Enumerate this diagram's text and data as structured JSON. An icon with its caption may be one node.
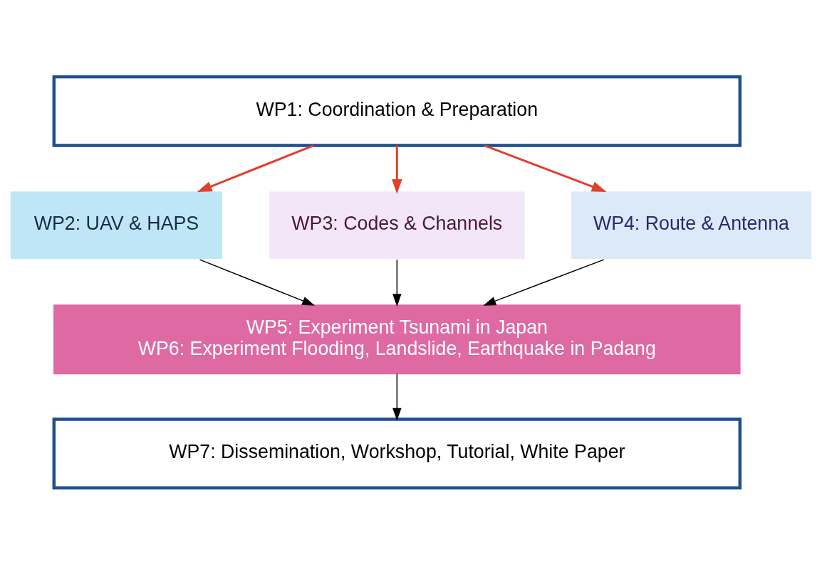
{
  "diagram": {
    "nodes": [
      {
        "text": [
          "WP1: Coordination & Preparation"
        ]
      },
      {
        "text": [
          "WP2: UAV & HAPS"
        ]
      },
      {
        "text": [
          "WP3: Codes & Channels"
        ]
      },
      {
        "text": [
          "WP4: Route & Antenna"
        ]
      },
      {
        "text": [
          "WP5: Experiment Tsunami in Japan",
          "WP6: Experiment Flooding, Landslide, Earthquake in Padang"
        ]
      },
      {
        "text": [
          "WP7: Dissemination, Workshop, Tutorial, White Paper"
        ]
      }
    ],
    "edges": [
      {
        "from": 0,
        "to": 1,
        "arrow": "to",
        "color": "#e0402c"
      },
      {
        "from": 0,
        "to": 2,
        "arrow": "to",
        "color": "#e0402c"
      },
      {
        "from": 0,
        "to": 3,
        "arrow": "to",
        "color": "#e0402c"
      },
      {
        "from": 1,
        "to": 4,
        "arrow": "to"
      },
      {
        "from": 2,
        "to": 4,
        "arrow": "to"
      },
      {
        "from": 3,
        "to": 4,
        "arrow": "to"
      },
      {
        "from": 4,
        "to": 5,
        "arrow": "to"
      }
    ]
  }
}
